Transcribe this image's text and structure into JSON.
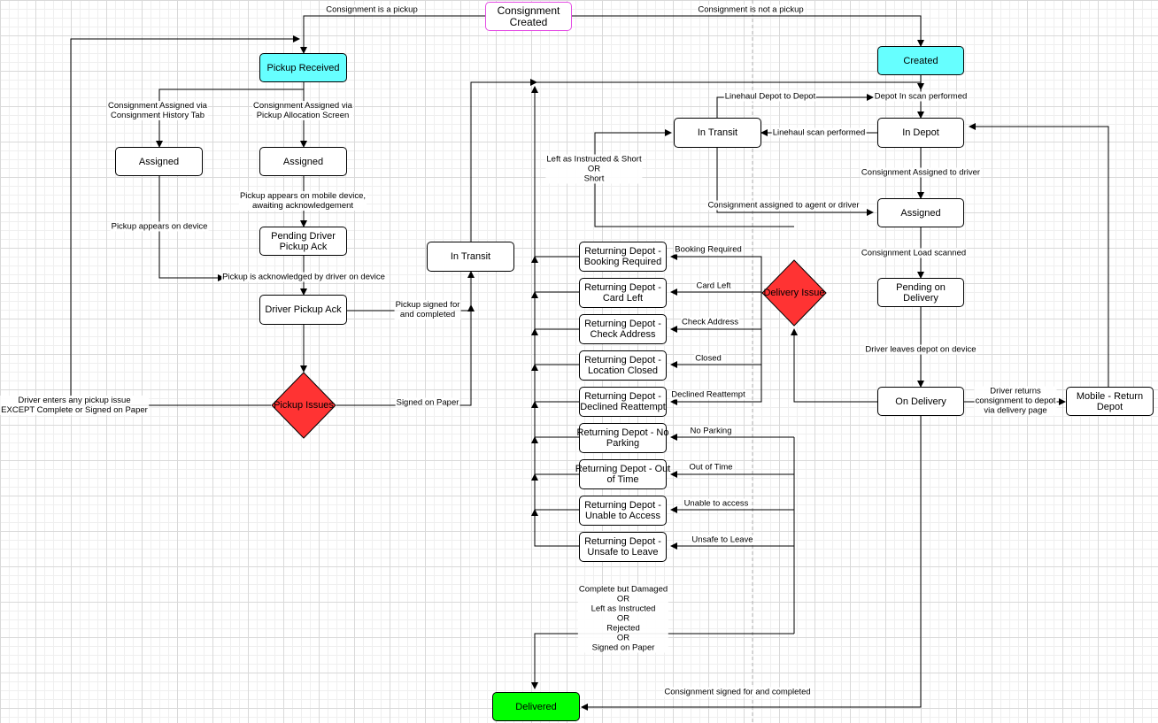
{
  "nodes": {
    "consignment_created": "Consignment\nCreated",
    "pickup_received": "Pickup Received",
    "created": "Created",
    "assigned_left": "Assigned",
    "assigned_pickup": "Assigned",
    "pending_driver_ack": "Pending Driver\nPickup Ack",
    "driver_pickup_ack": "Driver Pickup Ack",
    "pickup_issues": "Pickup Issues",
    "in_transit_left": "In Transit",
    "in_transit_right": "In Transit",
    "in_depot": "In Depot",
    "assigned_right": "Assigned",
    "pending_on_delivery": "Pending on Delivery",
    "on_delivery": "On Delivery",
    "mobile_return_depot": "Mobile - Return Depot",
    "delivery_issue": "Delivery Issue",
    "delivered": "Delivered",
    "rd_booking": "Returning Depot -\nBooking Required",
    "rd_card": "Returning Depot -\nCard Left",
    "rd_check": "Returning Depot -\nCheck Address",
    "rd_location": "Returning Depot -\nLocation Closed",
    "rd_declined": "Returning Depot -\nDeclined Reattempt",
    "rd_noparking": "Returning Depot - No\nParking",
    "rd_outoftime": "Returning Depot - Out\nof Time",
    "rd_unable": "Returning Depot -\nUnable to Access",
    "rd_unsafe": "Returning Depot -\nUnsafe to Leave"
  },
  "labels": {
    "is_pickup": "Consignment is a pickup",
    "not_pickup": "Consignment is not a pickup",
    "assigned_history": "Consignment Assigned via\nConsignment History Tab",
    "assigned_allocation": "Consignment Assigned via\nPickup Allocation Screen",
    "appears_mobile": "Pickup appears on mobile device,\nawaiting acknowledgement",
    "appears_device": "Pickup appears on device",
    "acknowledged": "Pickup is acknowledged by driver on device",
    "signed_completed": "Pickup signed for\nand completed",
    "signed_paper": "Signed on Paper",
    "driver_issue": "Driver enters any pickup issue\nEXCEPT Complete or Signed on Paper",
    "linehaul_depot": "Linehaul Depot to Depot",
    "depot_in_scan": "Depot In scan performed",
    "linehaul_scan": "Linehaul scan performed",
    "left_short": "Left as Instructed & Short\nOR\nShort",
    "assigned_driver": "Consignment Assigned to driver",
    "assigned_agent": "Consignment assigned to agent or driver",
    "load_scanned": "Consignment Load scanned",
    "leaves_depot": "Driver leaves depot on device",
    "driver_returns": "Driver returns\nconsignment to depot\nvia delivery page",
    "booking_required": "Booking Required",
    "card_left": "Card Left",
    "check_address": "Check Address",
    "closed": "Closed",
    "declined": "Declined Reattempt",
    "no_parking": "No Parking",
    "out_of_time": "Out of Time",
    "unable_access": "Unable to access",
    "unsafe_leave": "Unsafe to Leave",
    "complete_damaged": "Complete but Damaged\nOR\nLeft as Instructed\nOR\nRejected\nOR\nSigned on Paper",
    "signed_completed_delivery": "Consignment signed for and completed"
  },
  "colors": {
    "start_border": "#e44ee4",
    "cyan_fill": "#66ffff",
    "issue_fill": "#ff3333",
    "delivered_fill": "#00ff00"
  }
}
